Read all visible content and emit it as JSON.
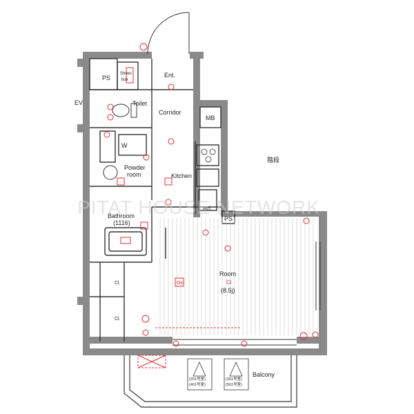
{
  "plan": {
    "rooms": {
      "ps_top": "PS",
      "shoes_box_line1": "Shoes",
      "shoes_box_line2": "box",
      "entrance": "Ent.",
      "ev": "EV",
      "toilet": "Toilet",
      "corridor": "Corridor",
      "mb": "MB",
      "stairs": "階段",
      "washer": "W",
      "powder_room_line1": "Powder",
      "powder_room_line2": "room",
      "kitchen": "Kitchen",
      "ref": "Ref.",
      "ps_kitchen": "PS",
      "bathroom": "Bathroom",
      "bathroom_size": "(1116)",
      "closet_1": "Cl.",
      "closet_2": "Cl.",
      "room": "Room",
      "room_cl": "Cl",
      "room_size": "(8.5j)",
      "os": "Os",
      "balcony": "Balcony",
      "unit_note_1_line1": "(201号室)",
      "unit_note_1_line2": "(401号室)",
      "unit_note_2_line1": "(301号室)",
      "unit_note_2_line2": "(501号室)"
    },
    "watermark": "PITAT HOUSE NETWORK",
    "colors": {
      "wall": "#7a7a7a",
      "line": "#333333",
      "red": "#e03030",
      "pillar": "#aaaaaa"
    }
  }
}
